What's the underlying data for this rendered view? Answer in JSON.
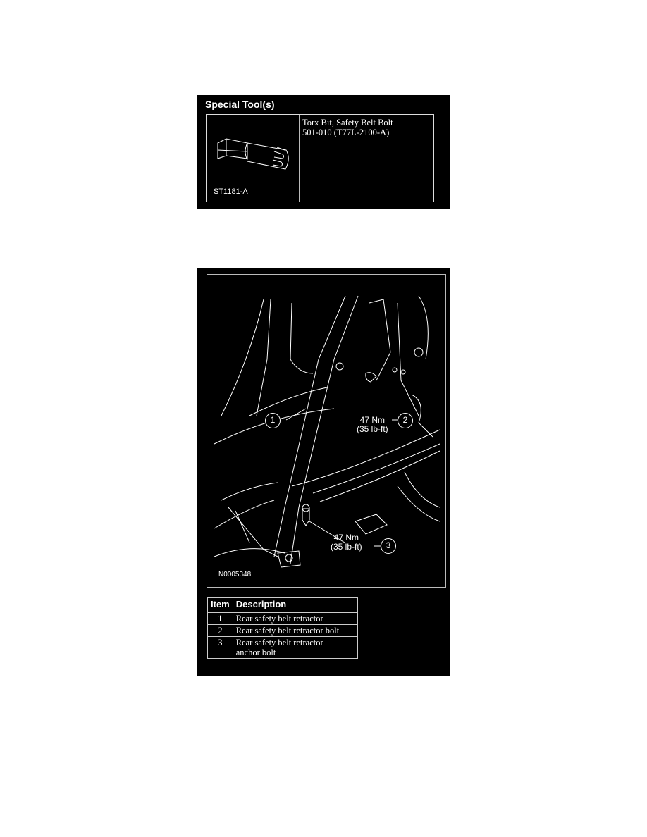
{
  "special_tools": {
    "heading": "Special Tool(s)",
    "tools": [
      {
        "image_code": "ST1181-A",
        "icon": "torx-bit-icon",
        "description_line1": "Torx Bit, Safety Belt Bolt",
        "description_line2": "501-010 (T77L-2100-A)"
      }
    ]
  },
  "figure": {
    "code": "N0005348",
    "callouts": [
      {
        "number": "1",
        "torque": ""
      },
      {
        "number": "2",
        "torque_nm": "47 Nm",
        "torque_lbft": "(35 lb-ft)"
      },
      {
        "number": "3",
        "torque_nm": "47 Nm",
        "torque_lbft": "(35 lb-ft)"
      }
    ]
  },
  "items_table": {
    "headers": {
      "item": "Item",
      "description": "Description"
    },
    "rows": [
      {
        "item": "1",
        "description_line1": "Rear safety belt retractor",
        "description_line2": ""
      },
      {
        "item": "2",
        "description_line1": "Rear safety belt retractor bolt",
        "description_line2": ""
      },
      {
        "item": "3",
        "description_line1": "Rear safety belt retractor",
        "description_line2": "anchor bolt"
      }
    ]
  }
}
